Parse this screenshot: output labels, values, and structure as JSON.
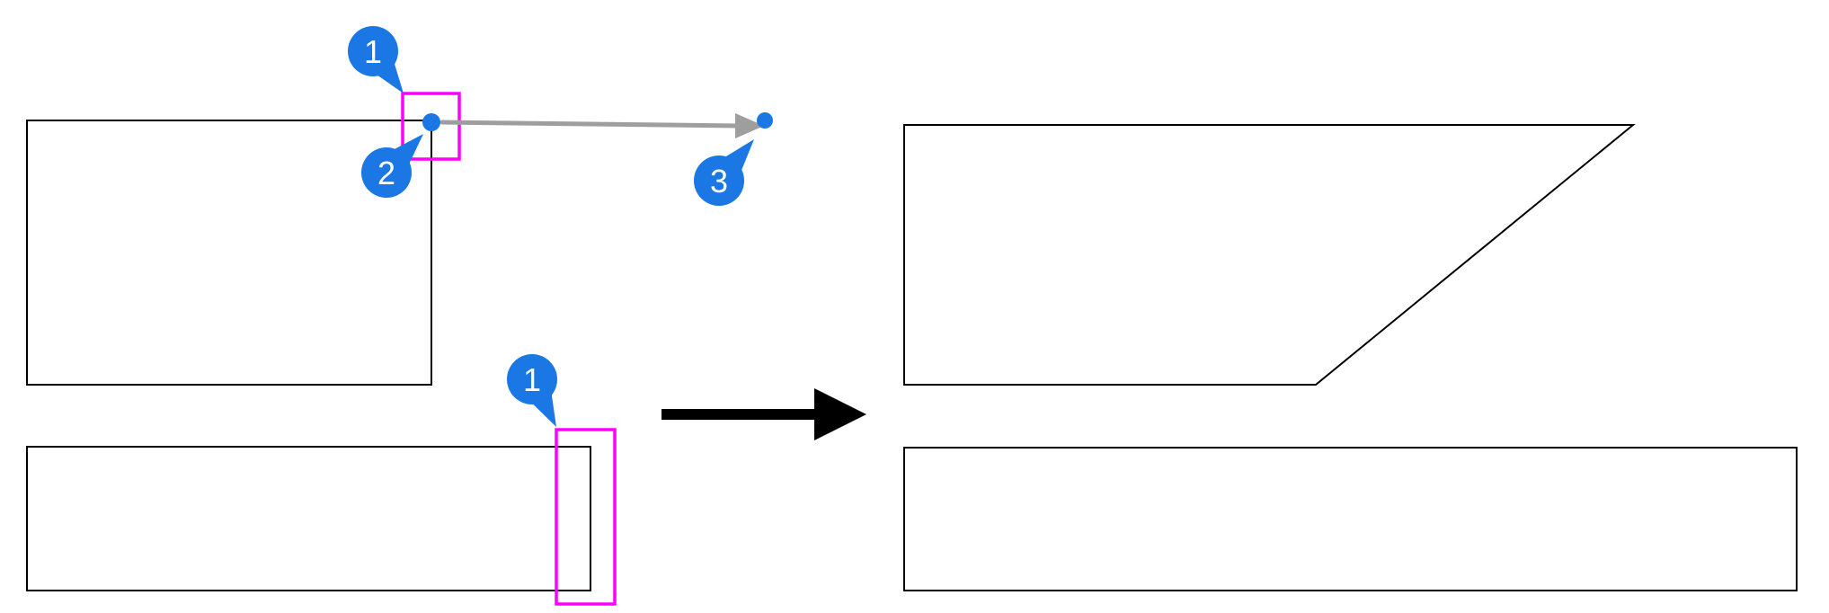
{
  "diagram": {
    "callout_labels": [
      "1",
      "2",
      "3",
      "1"
    ]
  },
  "colors": {
    "callout_blue": "#1b77e4",
    "callout_text": "#ffffff",
    "selection_magenta": "#ff00ff",
    "drag_gray": "#9e9e9e",
    "outline": "#000000",
    "background": "#ffffff"
  }
}
